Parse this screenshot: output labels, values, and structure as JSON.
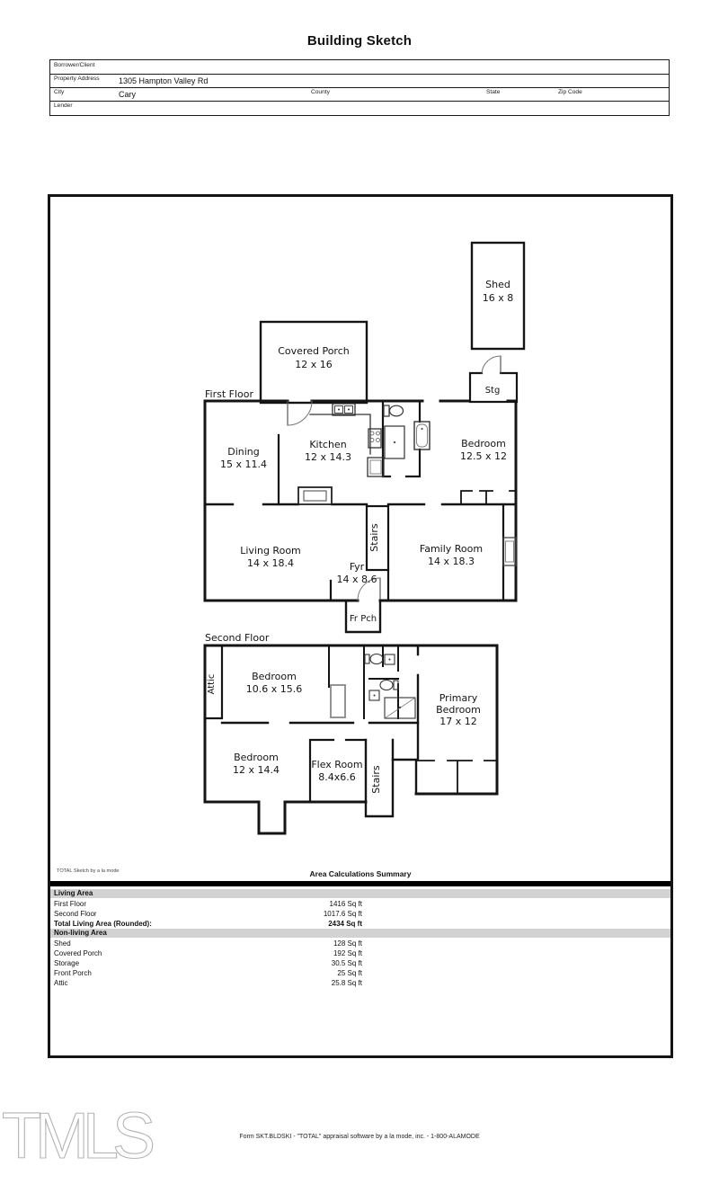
{
  "header": {
    "title": "Building Sketch",
    "fields": {
      "borrower_label": "Borrower/Client",
      "property_address_label": "Property Address",
      "property_address": "1305 Hampton Valley Rd",
      "city_label": "City",
      "city": "Cary",
      "county_label": "County",
      "state_label": "State",
      "zip_label": "Zip Code",
      "lender_label": "Lender"
    }
  },
  "sketch": {
    "first_floor_label": "First Floor",
    "second_floor_label": "Second Floor",
    "shed": {
      "name": "Shed",
      "dims": "16 x 8"
    },
    "stg": {
      "name": "Stg"
    },
    "covered_porch": {
      "name": "Covered Porch",
      "dims": "12 x 16"
    },
    "dining": {
      "name": "Dining",
      "dims": "15 x 11.4"
    },
    "kitchen": {
      "name": "Kitchen",
      "dims": "12 x 14.3"
    },
    "bedroom1": {
      "name": "Bedroom",
      "dims": "12.5 x 12"
    },
    "living_room": {
      "name": "Living Room",
      "dims": "14 x 18.4"
    },
    "stairs1": {
      "name": "Stairs"
    },
    "fyr": {
      "name": "Fyr",
      "dims": "14 x 8.6"
    },
    "family_room": {
      "name": "Family Room",
      "dims": "14 x 18.3"
    },
    "fr_pch": {
      "name": "Fr Pch"
    },
    "attic": {
      "name": "Attic"
    },
    "bedroom2": {
      "name": "Bedroom",
      "dims": "10.6 x 15.6"
    },
    "primary_bedroom": {
      "line1": "Primary",
      "line2": "Bedroom",
      "dims": "17 x 12"
    },
    "bedroom3": {
      "name": "Bedroom",
      "dims": "12 x 14.4"
    },
    "flex_room": {
      "name": "Flex Room",
      "dims": "8.4x6.6"
    },
    "stairs2": {
      "name": "Stairs"
    }
  },
  "summary": {
    "branding": "TOTAL Sketch by a la mode",
    "heading": "Area Calculations Summary",
    "living": {
      "header": "Living Area",
      "rows": [
        {
          "label": "First Floor",
          "value": "1416 Sq ft"
        },
        {
          "label": "Second Floor",
          "value": "1017.6 Sq ft"
        },
        {
          "label": "Total Living Area (Rounded):",
          "value": "2434 Sq ft"
        }
      ]
    },
    "nonliving": {
      "header": "Non-living Area",
      "rows": [
        {
          "label": "Shed",
          "value": "128 Sq ft"
        },
        {
          "label": "Covered Porch",
          "value": "192 Sq ft"
        },
        {
          "label": "Storage",
          "value": "30.5 Sq ft"
        },
        {
          "label": "Front Porch",
          "value": "25 Sq ft"
        },
        {
          "label": "Attic",
          "value": "25.8 Sq ft"
        }
      ]
    }
  },
  "footer": {
    "logo": "TMLS",
    "form_line": "Form SKT.BLDSKI - \"TOTAL\" appraisal software by a la mode, inc. - 1-800-ALAMODE"
  }
}
